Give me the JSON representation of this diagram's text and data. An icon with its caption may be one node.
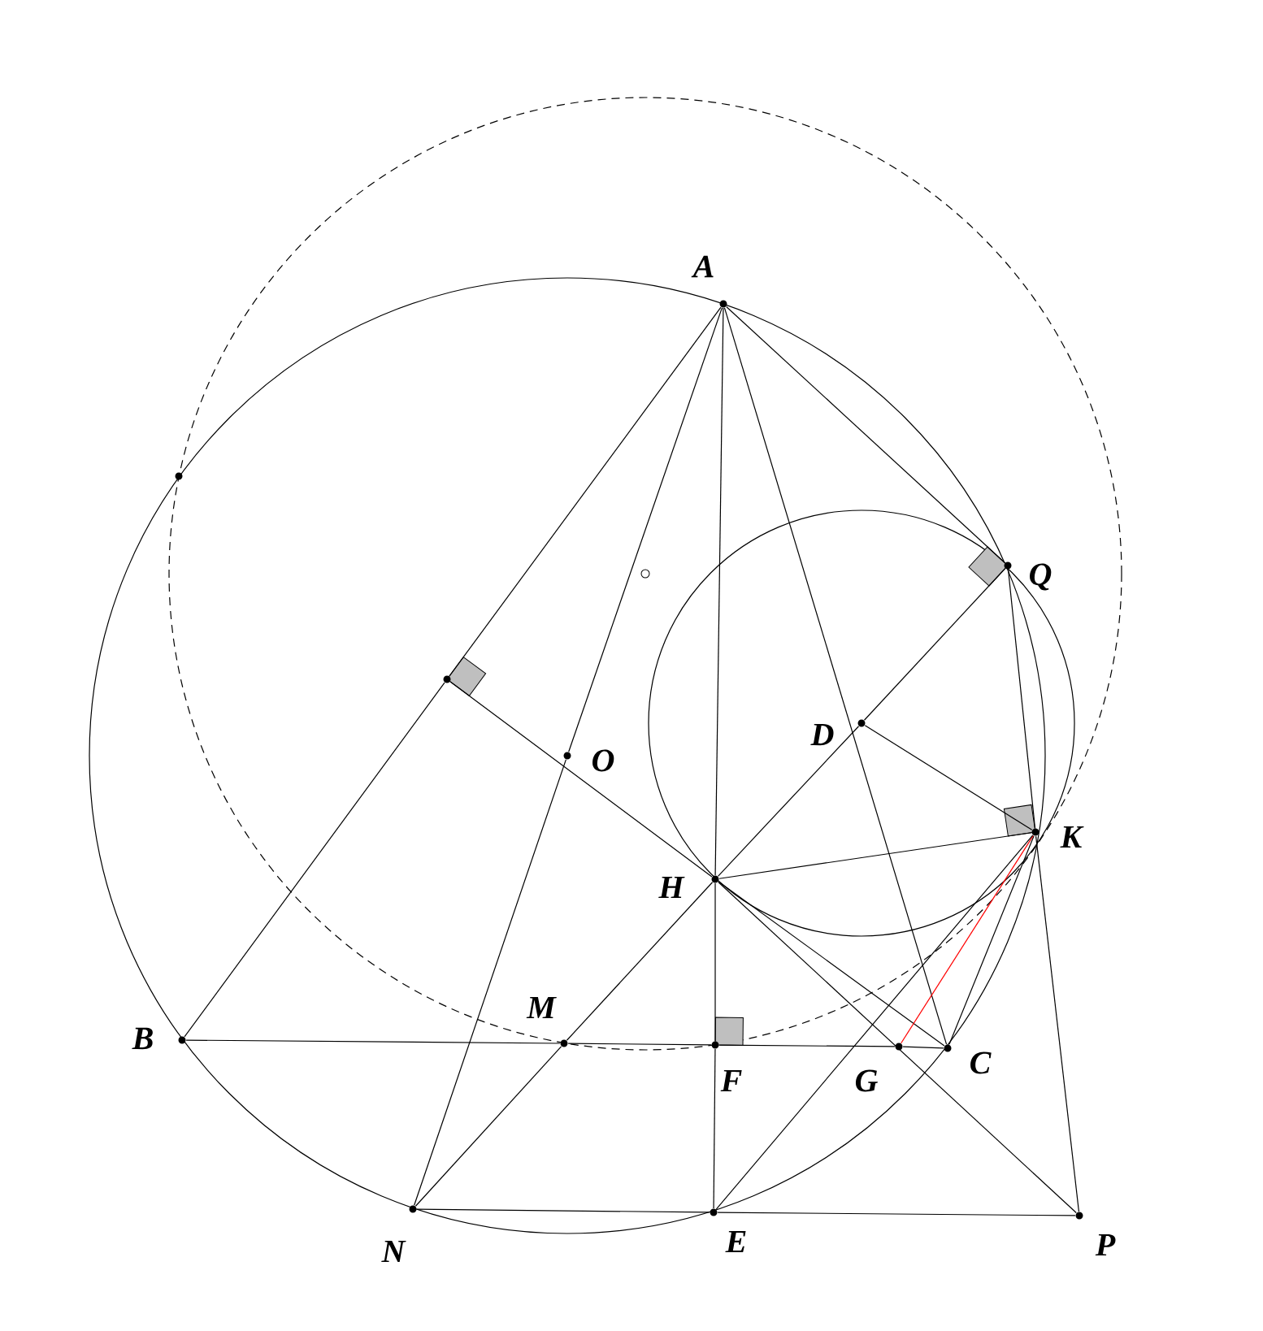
{
  "diagram": {
    "nodes": [
      {
        "text": [
          "A"
        ]
      },
      {
        "text": [],
        "shape": "dot"
      },
      {
        "text": [],
        "shape": "circle"
      },
      {
        "text": [
          "Q"
        ]
      },
      {
        "text": [],
        "shape": "dot"
      },
      {
        "text": [
          "D"
        ]
      },
      {
        "text": [
          "O"
        ]
      },
      {
        "text": [
          "K"
        ]
      },
      {
        "text": [
          "H"
        ]
      },
      {
        "text": [
          "B"
        ]
      },
      {
        "text": [
          "M"
        ]
      },
      {
        "text": [
          "F"
        ]
      },
      {
        "text": [
          "G"
        ]
      },
      {
        "text": [
          "C"
        ]
      },
      {
        "text": [
          "N"
        ]
      },
      {
        "text": [
          "E"
        ]
      },
      {
        "text": [
          "P"
        ]
      }
    ],
    "edges": [
      {
        "from": 0,
        "to": 4,
        "arrow": "none"
      },
      {
        "from": 4,
        "to": 9,
        "arrow": "none"
      },
      {
        "from": 0,
        "to": 6,
        "arrow": "none"
      },
      {
        "from": 6,
        "to": 14,
        "arrow": "none"
      },
      {
        "from": 0,
        "to": 8,
        "arrow": "none"
      },
      {
        "from": 8,
        "to": 11,
        "arrow": "none"
      },
      {
        "from": 11,
        "to": 15,
        "arrow": "none"
      },
      {
        "from": 0,
        "to": 13,
        "arrow": "none"
      },
      {
        "from": 0,
        "to": 3,
        "arrow": "none"
      },
      {
        "from": 3,
        "to": 7,
        "arrow": "none"
      },
      {
        "from": 5,
        "to": 7,
        "arrow": "none"
      },
      {
        "from": 8,
        "to": 7,
        "arrow": "none"
      },
      {
        "from": 14,
        "to": 10,
        "arrow": "none"
      },
      {
        "from": 10,
        "to": 8,
        "arrow": "none"
      },
      {
        "from": 8,
        "to": 5,
        "arrow": "none"
      },
      {
        "from": 5,
        "to": 3,
        "arrow": "none"
      },
      {
        "from": 14,
        "to": 15,
        "arrow": "none"
      },
      {
        "from": 15,
        "to": 16,
        "arrow": "none"
      },
      {
        "from": 9,
        "to": 10,
        "arrow": "none"
      },
      {
        "from": 10,
        "to": 11,
        "arrow": "none"
      },
      {
        "from": 11,
        "to": 12,
        "arrow": "none"
      },
      {
        "from": 12,
        "to": 13,
        "arrow": "none"
      },
      {
        "from": 4,
        "to": 8,
        "arrow": "none"
      },
      {
        "from": 8,
        "to": 13,
        "arrow": "none"
      },
      {
        "from": 8,
        "to": 16,
        "arrow": "none"
      },
      {
        "from": 7,
        "to": 16,
        "arrow": "none"
      },
      {
        "from": 7,
        "to": 13,
        "arrow": "none"
      },
      {
        "from": 7,
        "to": 12,
        "arrow": "none",
        "color": "#ff0000"
      },
      {
        "from": 7,
        "to": 15,
        "arrow": "none"
      }
    ]
  }
}
